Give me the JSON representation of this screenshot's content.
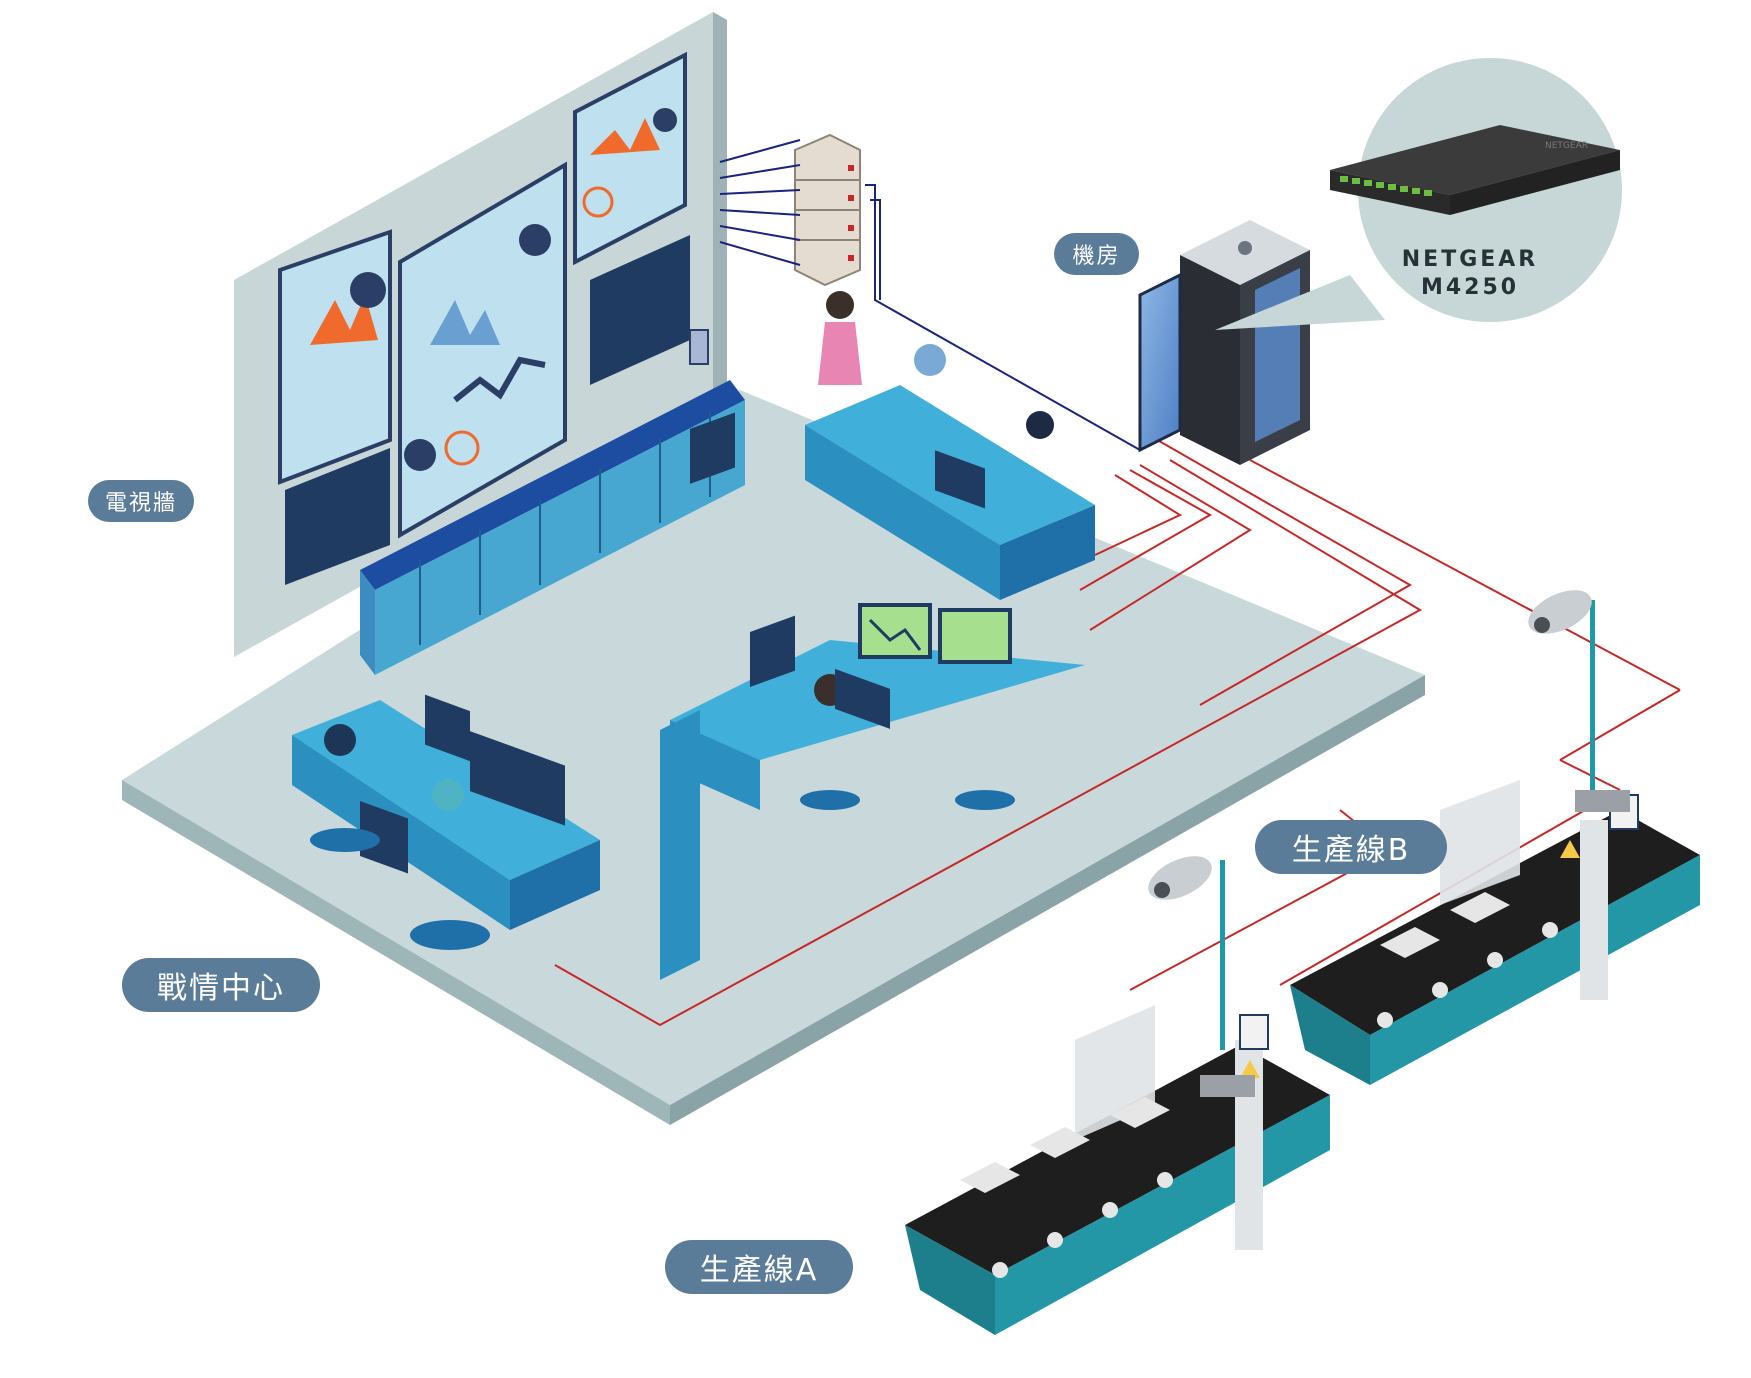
{
  "labels": {
    "tv_wall": "電視牆",
    "server_room": "機房",
    "war_room": "戰情中心",
    "line_a": "生產線A",
    "line_b": "生產線B"
  },
  "switch_callout": {
    "brand": "NETGEAR",
    "model": "M4250",
    "device_print": "NETGEAR"
  },
  "colors": {
    "floor": "#c9d8da",
    "floor_edge": "#8fa8ac",
    "wall": "#c8d6d8",
    "panel": "#b9dcec",
    "desk": "#40b0da",
    "desk_dark": "#1f6fa8",
    "cabinet_top": "#1c4da0",
    "ethernet_red": "#c62828",
    "fiber_navy": "#1a237e",
    "conveyor_teal": "#1d7f8c",
    "label_pill": "#5b7c99",
    "bubble": "#c7d6d6"
  }
}
